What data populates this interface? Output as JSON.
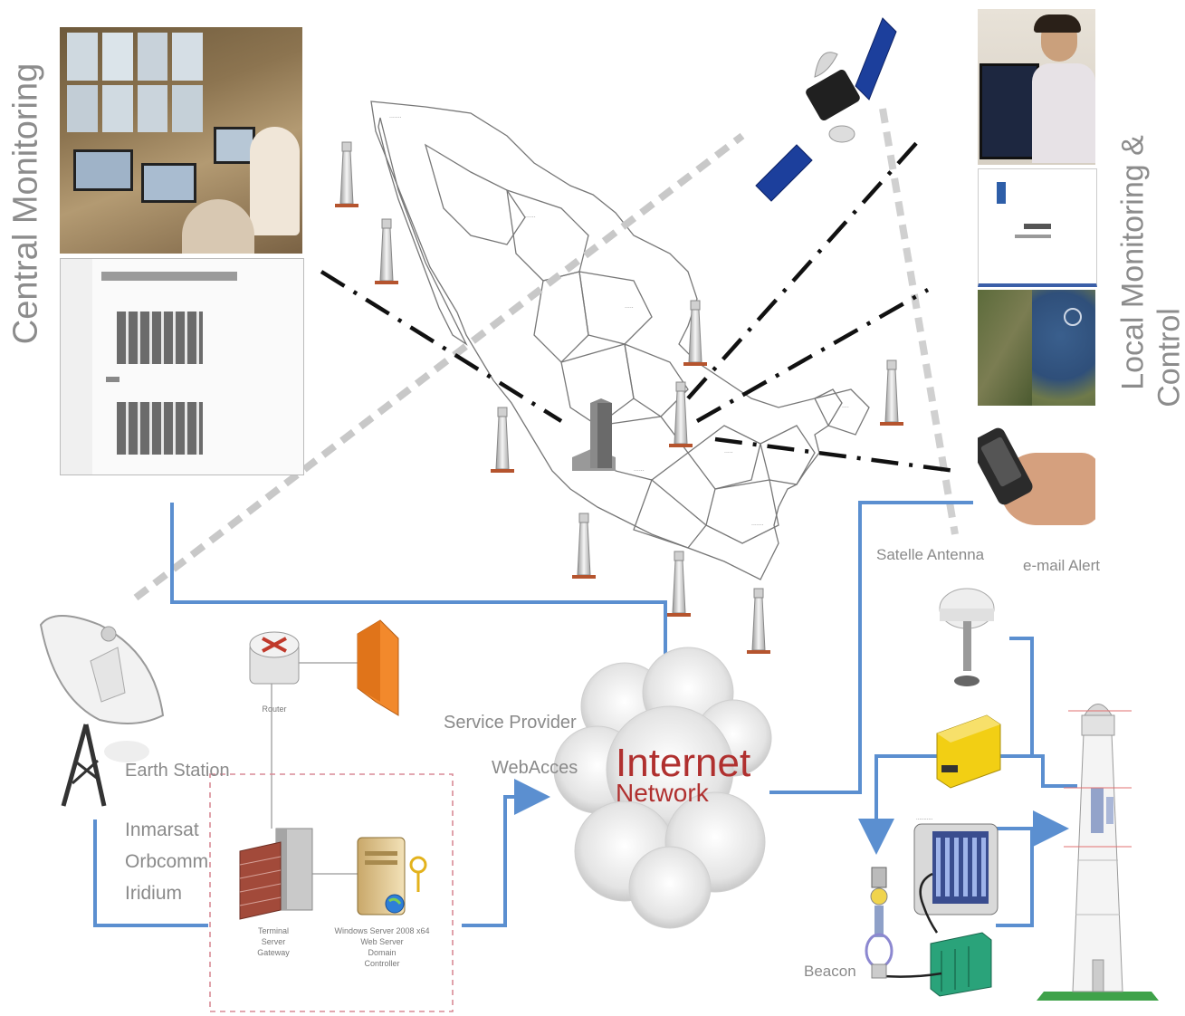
{
  "headings": {
    "central": "Central Monitoring",
    "local_line1": "Local Monitoring &",
    "local_line2": "Control"
  },
  "labels": {
    "satellite_antenna": "Satelle Antenna",
    "email_alert": "e-mail Alert",
    "service_provider": "Service Provider",
    "webacces": "WebAcces",
    "internet": "Internet",
    "network": "Network",
    "earth_station": "Earth Station",
    "inmarsat": "Inmarsat",
    "orbcomm": "Orbcomm",
    "iridium": "Iridium",
    "router": "Router",
    "terminal_line1": "Terminal",
    "terminal_line2": "Server",
    "terminal_line3": "Gateway",
    "windows_line1": "Windows Server 2008 x64",
    "windows_line2": "Web Server",
    "windows_line3": "Domain",
    "windows_line4": "Controller",
    "beacon": "Beacon"
  },
  "colors": {
    "link_blue": "#5b8fd0",
    "internet_red": "#b0302f",
    "satellite_panel": "#1c3f9c",
    "firewall_orange": "#f2892c",
    "modem_yellow": "#f2cf14",
    "battery_green": "#2aa37a",
    "dashed_box": "#d88a95"
  }
}
